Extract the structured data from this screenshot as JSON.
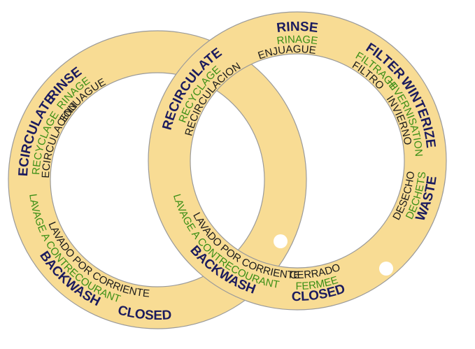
{
  "colors": {
    "ring_fill": "#f8dc94",
    "english_text": "#1b1b5e",
    "french_text": "#3b8f16",
    "spanish_text": "#1a1a1a"
  },
  "left_ring": {
    "rinse": {
      "en": "RINSE",
      "fr": "RINAGE",
      "es": "ENJUAGUE"
    },
    "recirculate": {
      "en": "RECIRCULATE",
      "fr": "RECYCLAGE",
      "es": "RECIRCULACION"
    },
    "backwash": {
      "en": "BACKWASH",
      "fr": "LAVAGE A CONTRECOURANT",
      "es": "LAVADO POR CORRIENTE"
    },
    "closed": {
      "en": "CLOSED"
    }
  },
  "right_ring": {
    "rinse": {
      "en": "RINSE",
      "fr": "RINAGE",
      "es": "ENJUAGUE"
    },
    "filter": {
      "en": "FILTER",
      "fr": "FILTRAGE",
      "es": "FILTRO"
    },
    "winterize": {
      "en": "WINTERIZE",
      "fr": "HIVERNISATION",
      "es": "INVIERNO"
    },
    "waste": {
      "en": "WASTE",
      "fr": "DECHETS",
      "es": "DESECHO"
    },
    "closed": {
      "en": "CLOSED",
      "fr": "FERMEE",
      "es": "CERRADO"
    },
    "backwash": {
      "en": "BACKWASH",
      "fr": "LAVAGE A CONTRECOURANT",
      "es": "LAVADO POR CORRIENTE"
    },
    "recirculate": {
      "en": "RECIRCULATE",
      "fr": "RECYCLAGE",
      "es": "RECIRCULACION"
    }
  }
}
